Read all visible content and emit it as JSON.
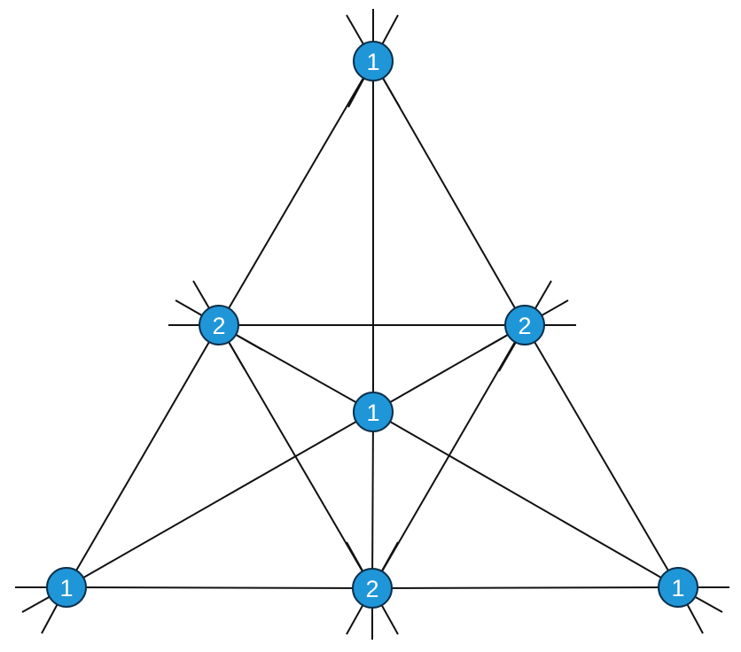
{
  "diagram": {
    "colors": {
      "node_fill": "#1f96d8",
      "node_stroke": "#0b2f4a",
      "label": "#ffffff",
      "line": "#111111"
    },
    "nodes": [
      {
        "id": "apex-top",
        "label": "1"
      },
      {
        "id": "upper-left",
        "label": "2"
      },
      {
        "id": "upper-right",
        "label": "2"
      },
      {
        "id": "center",
        "label": "1"
      },
      {
        "id": "bottom-left",
        "label": "1"
      },
      {
        "id": "bottom-middle",
        "label": "2"
      },
      {
        "id": "bottom-right",
        "label": "1"
      }
    ],
    "edges": [
      {
        "from": "apex-top",
        "to": "upper-left"
      },
      {
        "from": "upper-left",
        "to": "bottom-left"
      },
      {
        "from": "apex-top",
        "to": "upper-right"
      },
      {
        "from": "upper-right",
        "to": "bottom-right"
      },
      {
        "from": "bottom-left",
        "to": "bottom-middle"
      },
      {
        "from": "bottom-middle",
        "to": "bottom-right"
      },
      {
        "from": "upper-left",
        "to": "upper-right"
      },
      {
        "from": "apex-top",
        "to": "center"
      },
      {
        "from": "center",
        "to": "bottom-middle"
      },
      {
        "from": "upper-left",
        "to": "center"
      },
      {
        "from": "center",
        "to": "upper-right"
      },
      {
        "from": "bottom-left",
        "to": "center"
      },
      {
        "from": "center",
        "to": "bottom-right"
      },
      {
        "from": "upper-left",
        "to": "bottom-middle"
      },
      {
        "from": "upper-right",
        "to": "bottom-middle"
      }
    ]
  }
}
